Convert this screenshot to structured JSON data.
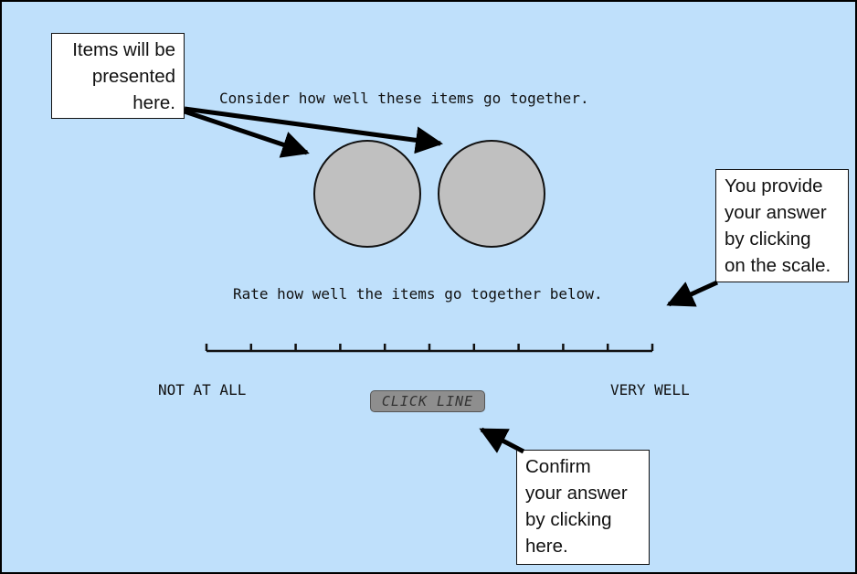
{
  "task": {
    "prompt": "Consider how well these items go together.",
    "instruction": "Rate how well the items go together below.",
    "scale": {
      "left_label": "NOT AT ALL",
      "right_label": "VERY WELL",
      "tick_count": 11
    },
    "confirm_button_label": "CLICK LINE"
  },
  "callouts": {
    "items": [
      "Items will be",
      "presented",
      "here."
    ],
    "scale": [
      "You provide",
      "your answer",
      "by clicking",
      "on the scale."
    ],
    "confirm": [
      "Confirm",
      "your answer",
      "by clicking",
      "here."
    ]
  },
  "colors": {
    "background": "#bfe0fb",
    "item_fill": "#c0c0c0",
    "button_fill": "#8e8e8e"
  }
}
